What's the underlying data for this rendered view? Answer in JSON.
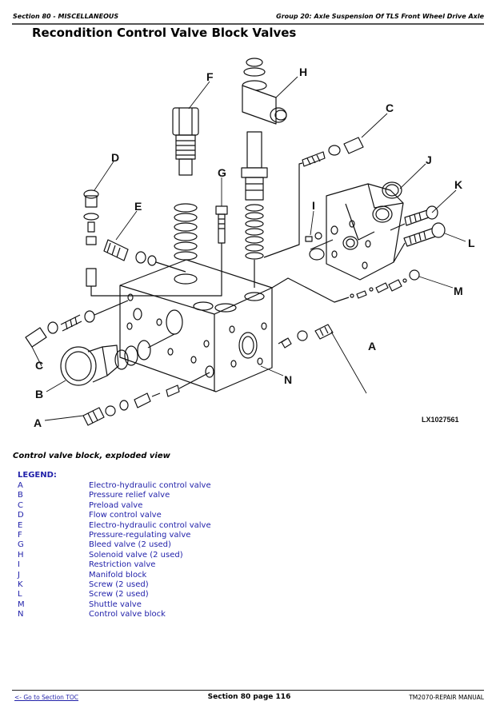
{
  "header": {
    "section": "Section 80 - MISCELLANEOUS",
    "group": "Group 20: Axle Suspension Of TLS Front Wheel Drive Axle"
  },
  "title": "Recondition Control Valve Block Valves",
  "figure": {
    "id": "LX1027561",
    "callouts": {
      "A1": "A",
      "A2": "A",
      "B": "B",
      "C1": "C",
      "C2": "C",
      "D": "D",
      "E": "E",
      "F": "F",
      "G": "G",
      "H": "H",
      "I": "I",
      "J": "J",
      "K": "K",
      "L": "L",
      "M": "M",
      "N": "N"
    },
    "caption": "Control valve block, exploded view"
  },
  "legend": {
    "title": "LEGEND:",
    "items": [
      {
        "key": "A",
        "value": "Electro-hydraulic control valve"
      },
      {
        "key": "B",
        "value": "Pressure relief valve"
      },
      {
        "key": "C",
        "value": "Preload valve"
      },
      {
        "key": "D",
        "value": "Flow control valve"
      },
      {
        "key": "E",
        "value": "Electro-hydraulic control valve"
      },
      {
        "key": "F",
        "value": "Pressure-regulating valve"
      },
      {
        "key": "G",
        "value": "Bleed valve (2 used)"
      },
      {
        "key": "H",
        "value": "Solenoid valve (2 used)"
      },
      {
        "key": "I",
        "value": "Restriction valve"
      },
      {
        "key": "J",
        "value": "Manifold block"
      },
      {
        "key": "K",
        "value": "Screw (2 used)"
      },
      {
        "key": "L",
        "value": "Screw (2 used)"
      },
      {
        "key": "M",
        "value": "Shuttle valve"
      },
      {
        "key": "N",
        "value": "Control valve block"
      }
    ]
  },
  "footer": {
    "toc_link": "<- Go to Section TOC",
    "page": "Section 80 page 116",
    "manual": "TM2070-REPAIR MANUAL"
  }
}
